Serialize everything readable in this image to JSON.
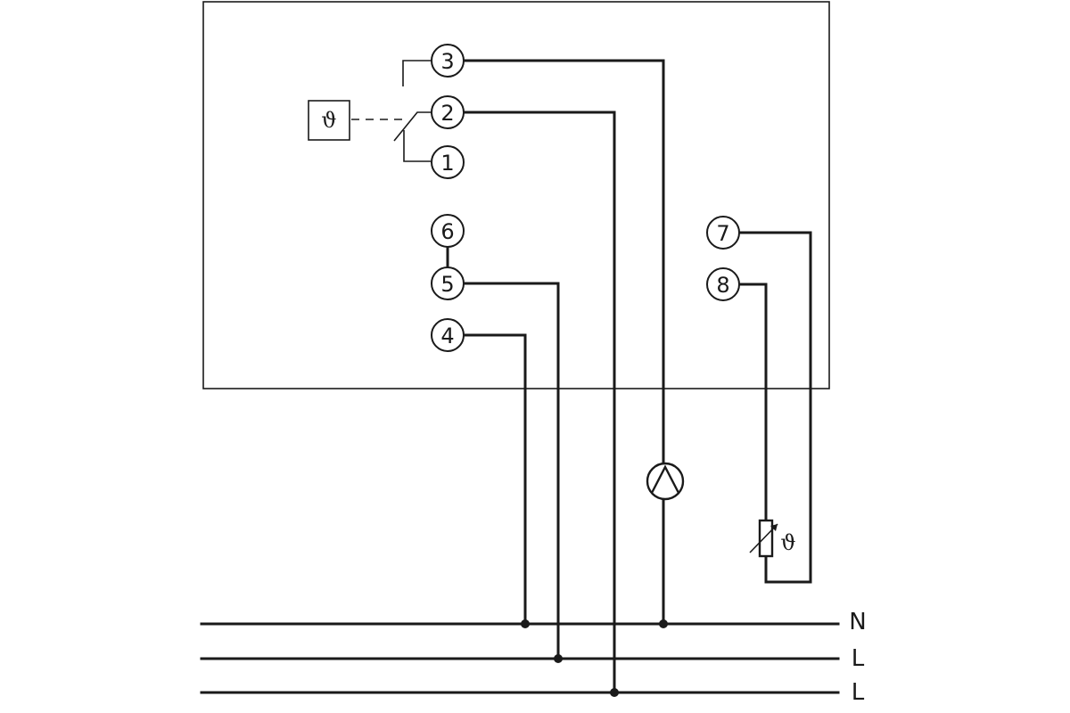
{
  "terminals": [
    "1",
    "2",
    "3",
    "4",
    "5",
    "6",
    "7",
    "8"
  ],
  "lines": [
    "N",
    "L",
    "L"
  ],
  "sensor_symbol": "ϑ",
  "sensor_resistor_symbol": "ϑ"
}
